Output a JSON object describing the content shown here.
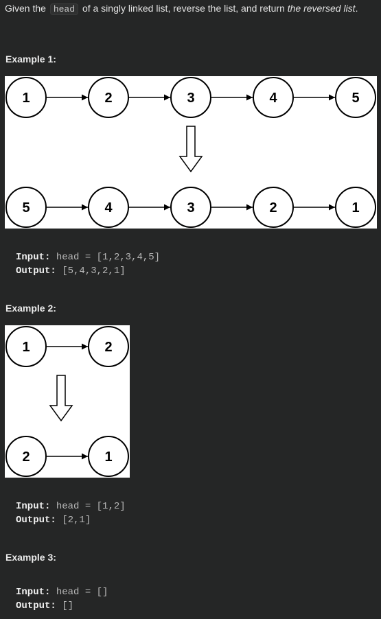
{
  "intro": {
    "before": "Given the",
    "code": "head",
    "middle": "of a singly linked list, reverse the list, and return",
    "emph": "the reversed list",
    "after": "."
  },
  "examples": [
    {
      "title": "Example 1:",
      "diagram": {
        "top": [
          "1",
          "2",
          "3",
          "4",
          "5"
        ],
        "bottom": [
          "5",
          "4",
          "3",
          "2",
          "1"
        ]
      },
      "input_label": "Input:",
      "input_value": "head = [1,2,3,4,5]",
      "output_label": "Output:",
      "output_value": "[5,4,3,2,1]"
    },
    {
      "title": "Example 2:",
      "diagram": {
        "top": [
          "1",
          "2"
        ],
        "bottom": [
          "2",
          "1"
        ]
      },
      "input_label": "Input:",
      "input_value": "head = [1,2]",
      "output_label": "Output:",
      "output_value": "[2,1]"
    },
    {
      "title": "Example 3:",
      "input_label": "Input:",
      "input_value": "head = []",
      "output_label": "Output:",
      "output_value": "[]"
    }
  ]
}
